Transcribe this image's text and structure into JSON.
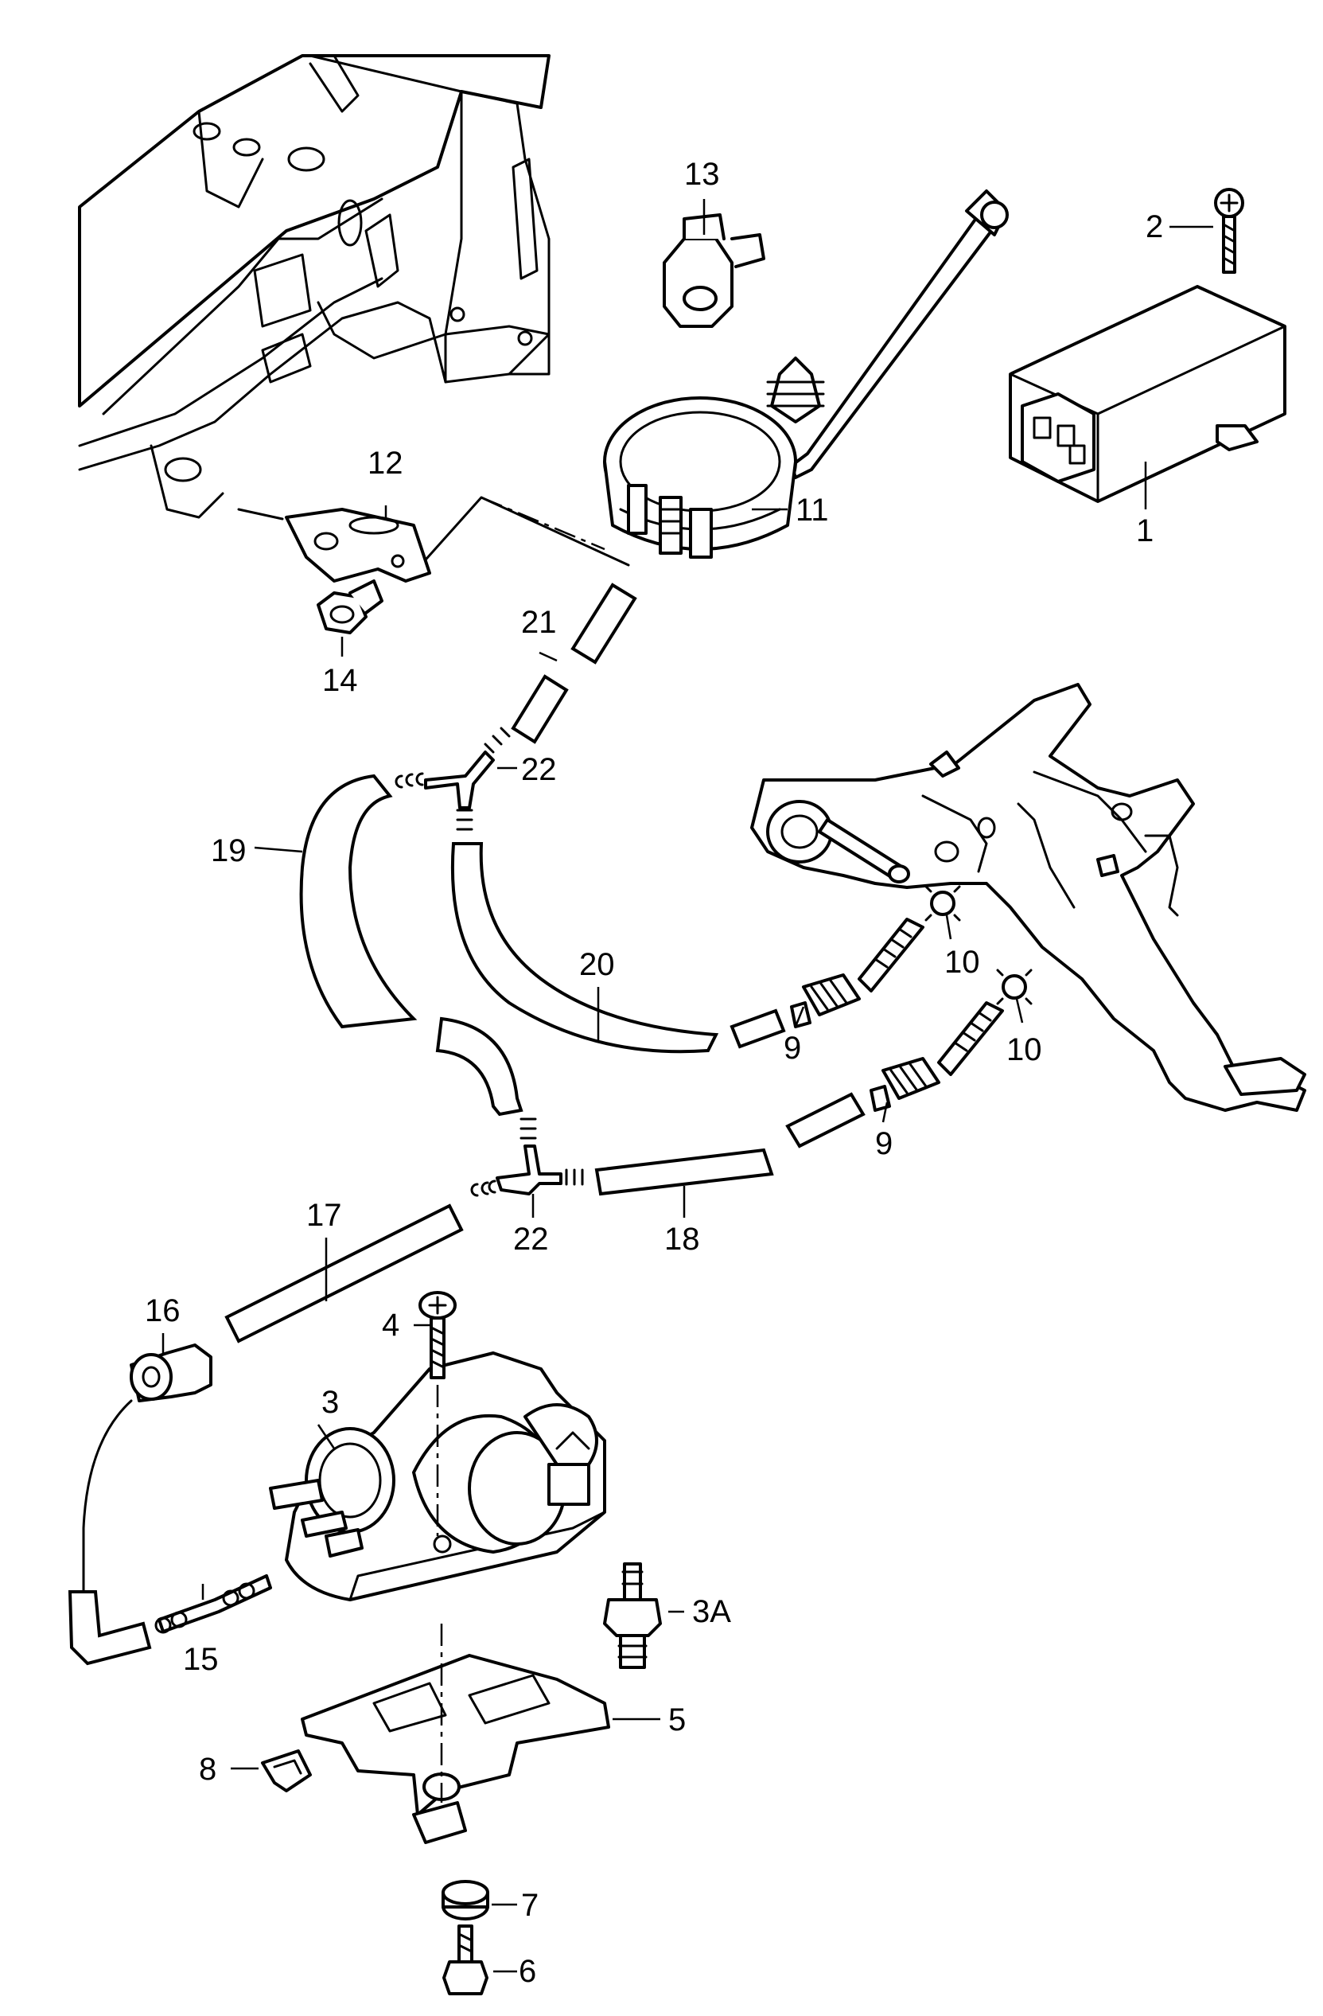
{
  "labels": {
    "p1": "1",
    "p2": "2",
    "p3": "3",
    "p3a": "3A",
    "p4": "4",
    "p5": "5",
    "p6": "6",
    "p7": "7",
    "p8": "8",
    "p9a": "9",
    "p9b": "9",
    "p10a": "10",
    "p10b": "10",
    "p11": "11",
    "p12": "12",
    "p13": "13",
    "p14": "14",
    "p15": "15",
    "p16": "16",
    "p17": "17",
    "p18": "18",
    "p19": "19",
    "p20": "20",
    "p21": "21",
    "p22a": "22",
    "p22b": "22"
  }
}
